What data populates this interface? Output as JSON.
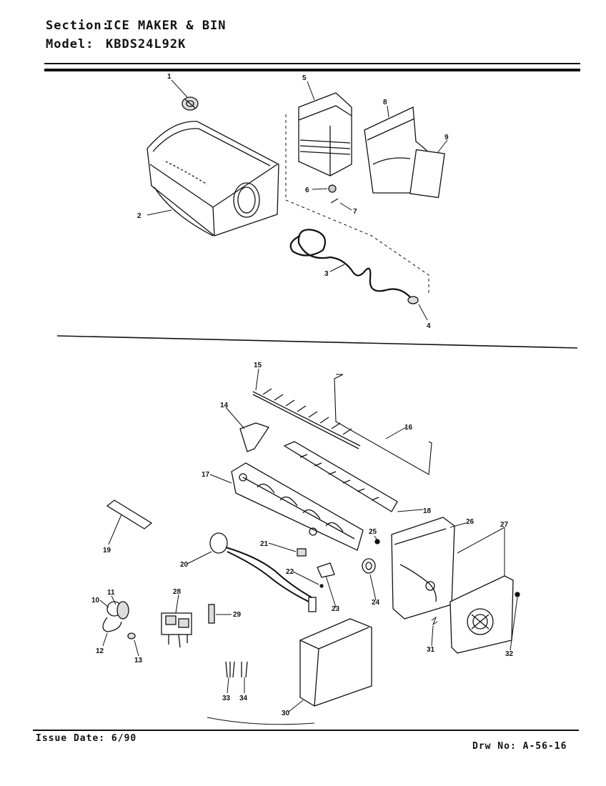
{
  "header": {
    "section_key": "Section:",
    "section_value": "ICE MAKER & BIN",
    "model_key": "Model:",
    "model_value": "KBDS24L92K"
  },
  "callouts": [
    "1",
    "2",
    "3",
    "4",
    "5",
    "6",
    "7",
    "8",
    "9",
    "10",
    "11",
    "12",
    "13",
    "14",
    "15",
    "16",
    "17",
    "18",
    "19",
    "20",
    "21",
    "22",
    "23",
    "24",
    "25",
    "26",
    "27",
    "28",
    "29",
    "30",
    "31",
    "32",
    "33",
    "34"
  ],
  "footer": {
    "issue": "Issue Date: 6/90",
    "drawing": "Drw No: A-56-16"
  }
}
